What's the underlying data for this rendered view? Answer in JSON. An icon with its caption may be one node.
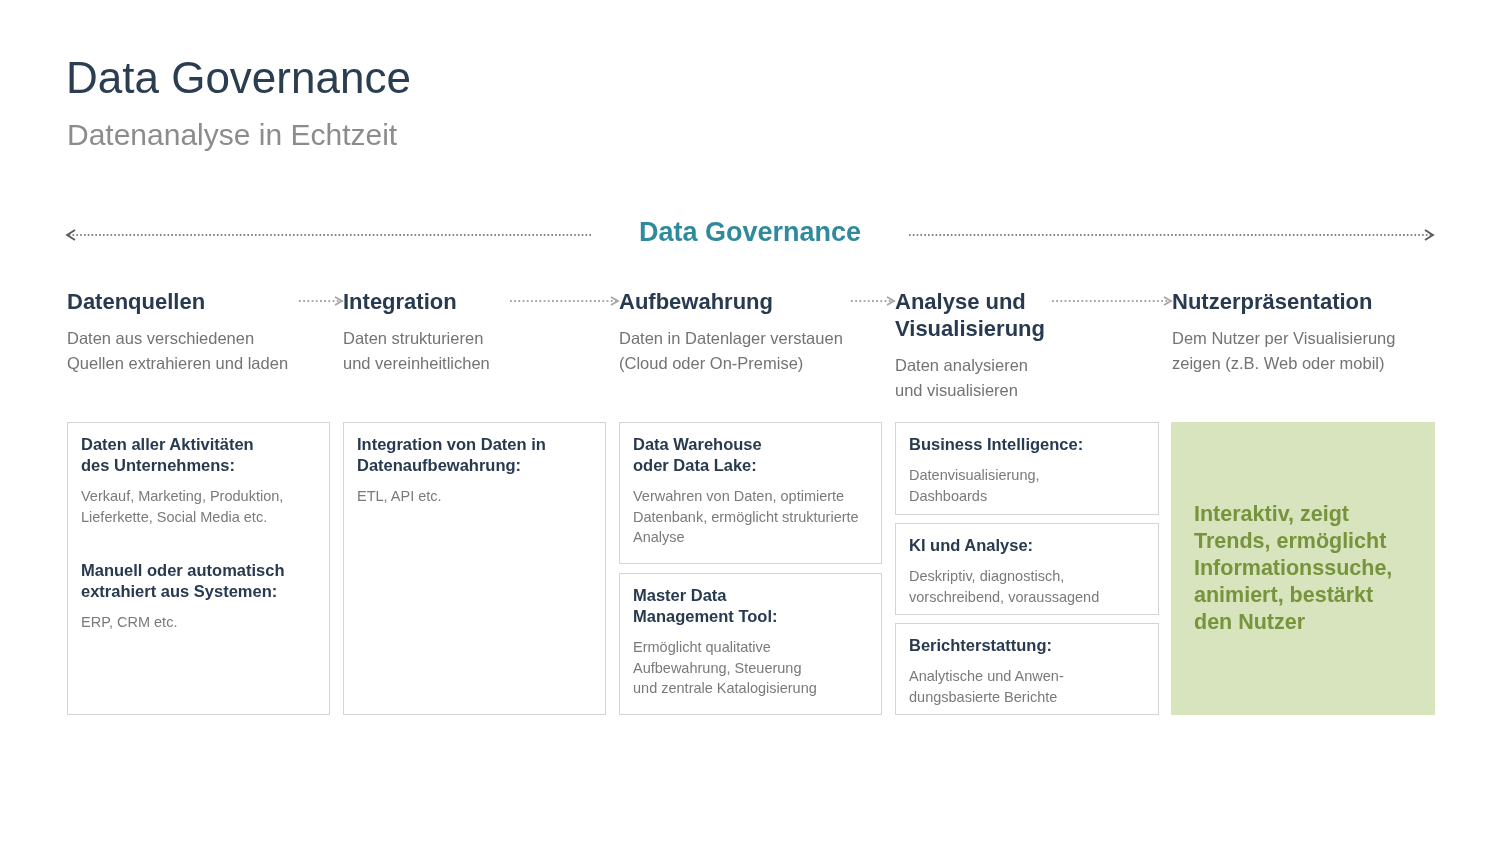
{
  "diagram": {
    "title": "Data Governance",
    "nodes": [
      {
        "text": [
          "Datenquellen",
          "Daten aus verschiedenen Quellen extrahieren und laden"
        ]
      },
      {
        "text": [
          "Integration",
          "Daten strukturieren und vereinheitlichen"
        ]
      },
      {
        "text": [
          "Aufbewahrung",
          "Daten in Datenlager verstauen (Cloud oder On-Premise)"
        ]
      },
      {
        "text": [
          "Analyse und Visualisierung",
          "Daten analysieren und visualisieren"
        ]
      },
      {
        "text": [
          "Nutzerpräsentation",
          "Dem Nutzer per Visualisierung zeigen (z.B. Web oder mobil)"
        ]
      },
      {
        "text": [
          "Daten aller Aktivitäten des Unternehmens:",
          "Verkauf, Marketing, Produktion, Lieferkette, Social Media etc.",
          "Manuell oder automatisch extrahiert aus Systemen:",
          "ERP, CRM etc."
        ]
      },
      {
        "text": [
          "Integration von Daten in Datenaufbewahrung:",
          "ETL, API etc."
        ]
      },
      {
        "text": [
          "Data Warehouse oder Data Lake:",
          "Verwahren von Daten, optimierte Datenbank, ermöglicht strukturierte Analyse"
        ]
      },
      {
        "text": [
          "Master Data Management Tool:",
          "Ermöglicht qualitative Aufbewahrung, Steuerung und zentrale Katalogisierung"
        ]
      },
      {
        "text": [
          "Business Intelligence:",
          "Datenvisualisierung, Dashboards"
        ]
      },
      {
        "text": [
          "KI und Analyse:",
          "Deskriptiv, diagnostisch, vorschreibend, voraussagend"
        ]
      },
      {
        "text": [
          "Berichterstattung:",
          "Analytische und Anwen- dungsbasierte Berichte"
        ]
      },
      {
        "text": [
          "Interaktiv, zeigt Trends, ermöglicht Informationssuche, animiert, bestärkt den Nutzer"
        ]
      }
    ],
    "edges": [
      {
        "from": 0,
        "to": 1,
        "arrow": "to",
        "style": "dashed"
      },
      {
        "from": 1,
        "to": 2,
        "arrow": "to",
        "style": "dashed"
      },
      {
        "from": 2,
        "to": 3,
        "arrow": "to",
        "style": "dashed"
      },
      {
        "from": 3,
        "to": 4,
        "arrow": "to",
        "style": "dashed"
      }
    ],
    "labels": [
      "Datenanalyse in Echtzeit",
      "Data Governance"
    ]
  }
}
